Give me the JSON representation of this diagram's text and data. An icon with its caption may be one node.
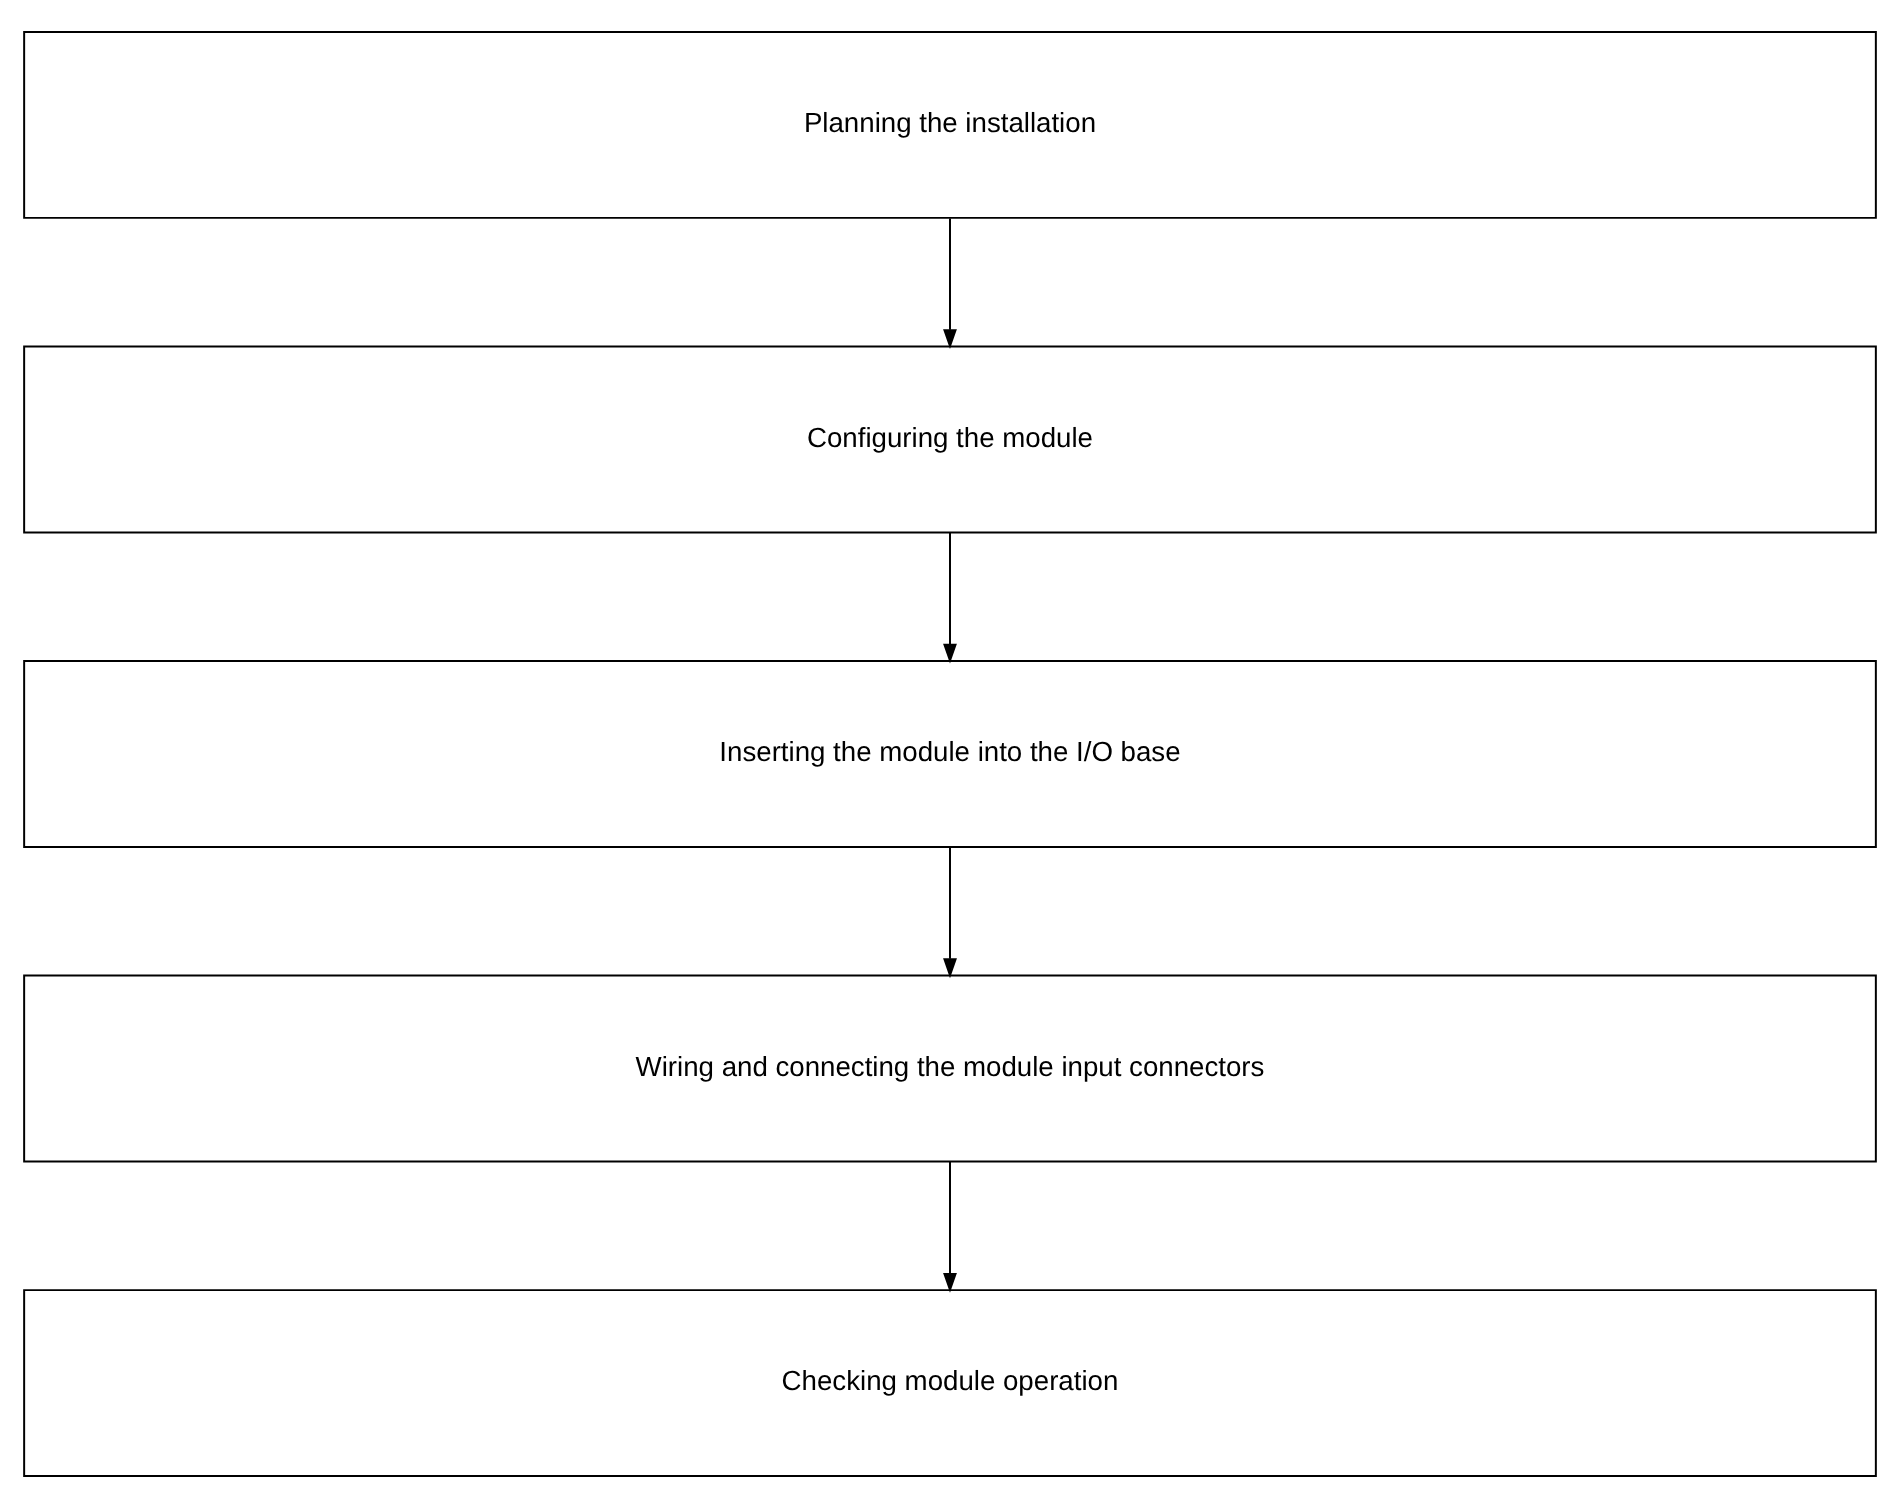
{
  "diagram": {
    "nodes": [
      {
        "text": [
          "Planning the installation"
        ]
      },
      {
        "text": [
          "Configuring the module"
        ]
      },
      {
        "text": [
          "Inserting the module into the I/O base"
        ]
      },
      {
        "text": [
          "Wiring and connecting the module input connectors"
        ]
      },
      {
        "text": [
          "Checking module operation"
        ]
      }
    ],
    "edges": [
      {
        "from": 0,
        "to": 1,
        "arrow": "to"
      },
      {
        "from": 1,
        "to": 2,
        "arrow": "to"
      },
      {
        "from": 2,
        "to": 3,
        "arrow": "to"
      },
      {
        "from": 3,
        "to": 4,
        "arrow": "to"
      }
    ]
  }
}
